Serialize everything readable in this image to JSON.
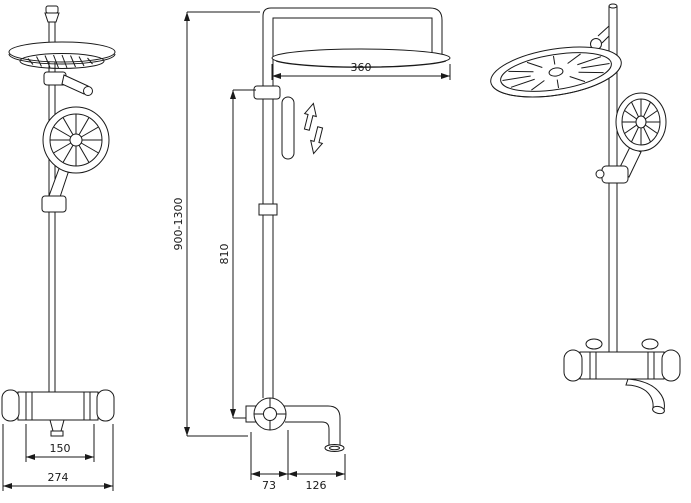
{
  "colors": {
    "line": "#1a1a1a",
    "background": "#ffffff"
  },
  "dimensions": {
    "head_width": "360",
    "overall_height": "900-1300",
    "riser_height": "810",
    "handle_spacing": "150",
    "valve_width": "274",
    "wall_to_spout_start": "73",
    "spout_reach": "126"
  }
}
